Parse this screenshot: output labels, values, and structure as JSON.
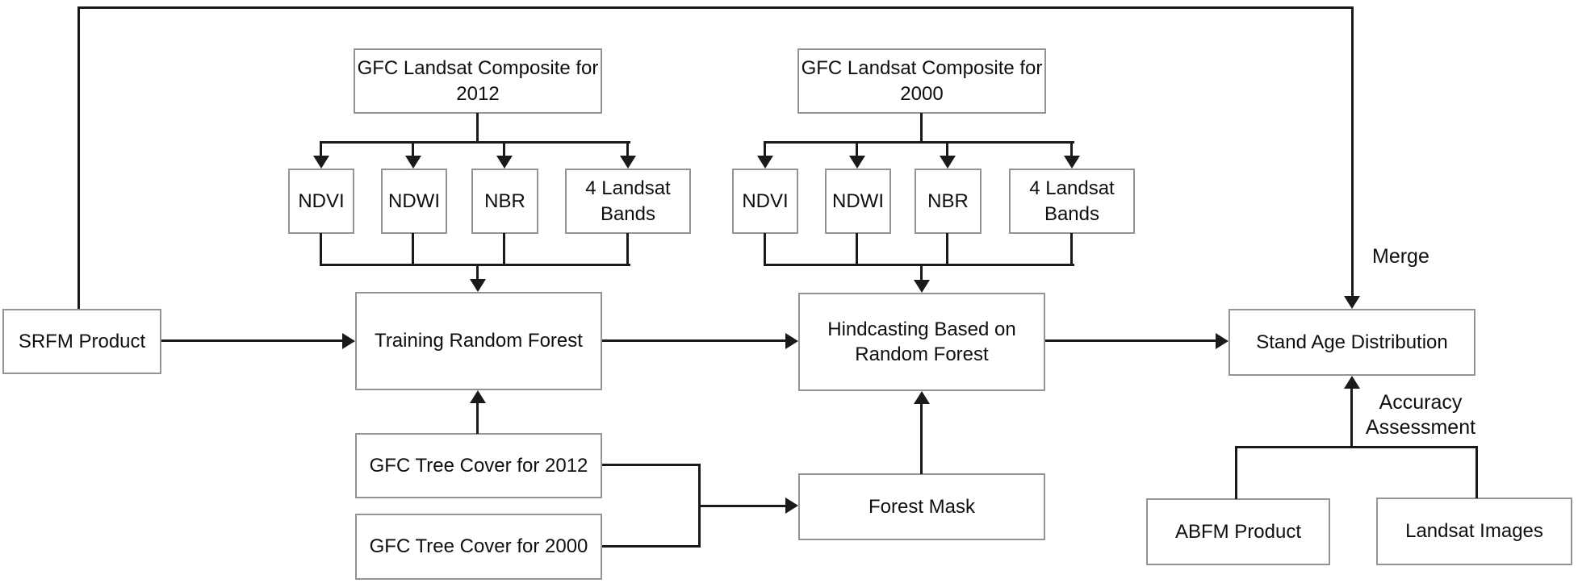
{
  "diagram": {
    "title": "Stand age mapping workflow flowchart",
    "colors": {
      "background": "#ffffff",
      "box_border": "#949494",
      "line": "#1a1a1a",
      "text": "#0f0f0f"
    },
    "nodes": {
      "composite2012": {
        "label": "GFC Landsat Composite for\n2012"
      },
      "composite2000": {
        "label": "GFC Landsat Composite for\n2000"
      },
      "ndvi1": {
        "label": "NDVI"
      },
      "ndwi1": {
        "label": "NDWI"
      },
      "nbr1": {
        "label": "NBR"
      },
      "bands1": {
        "label": "4 Landsat\nBands"
      },
      "ndvi2": {
        "label": "NDVI"
      },
      "ndwi2": {
        "label": "NDWI"
      },
      "nbr2": {
        "label": "NBR"
      },
      "bands2": {
        "label": "4 Landsat\nBands"
      },
      "srfm": {
        "label": "SRFM Product"
      },
      "training": {
        "label": "Training Random Forest"
      },
      "hindcasting": {
        "label": "Hindcasting Based on\nRandom Forest"
      },
      "standage": {
        "label": "Stand Age Distribution"
      },
      "tree2012": {
        "label": "GFC Tree Cover for 2012"
      },
      "tree2000": {
        "label": "GFC Tree Cover for 2000"
      },
      "forestmask": {
        "label": "Forest Mask"
      },
      "abfm": {
        "label": "ABFM Product"
      },
      "landsat": {
        "label": "Landsat Images"
      }
    },
    "edge_labels": {
      "merge": "Merge",
      "accuracy": "Accuracy\nAssessment"
    }
  }
}
